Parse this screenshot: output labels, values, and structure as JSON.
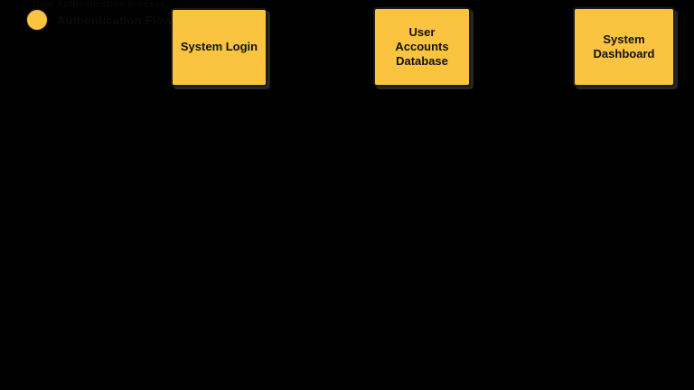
{
  "diagram": {
    "background_color": "#000000",
    "node_fill_color": "#FBC440",
    "node_border_color": "#1A1A1A",
    "node_text_color": "#111111",
    "legend": {
      "dot_icon": "legend-dot-icon",
      "label": "Authentication Flow"
    },
    "caption": "User Authentication Process",
    "nodes": [
      {
        "id": "system-login",
        "label": "System Login"
      },
      {
        "id": "user-accounts-database",
        "label": "User\nAccounts\nDatabase"
      },
      {
        "id": "system-dashboard",
        "label": "System\nDashboard"
      }
    ]
  }
}
